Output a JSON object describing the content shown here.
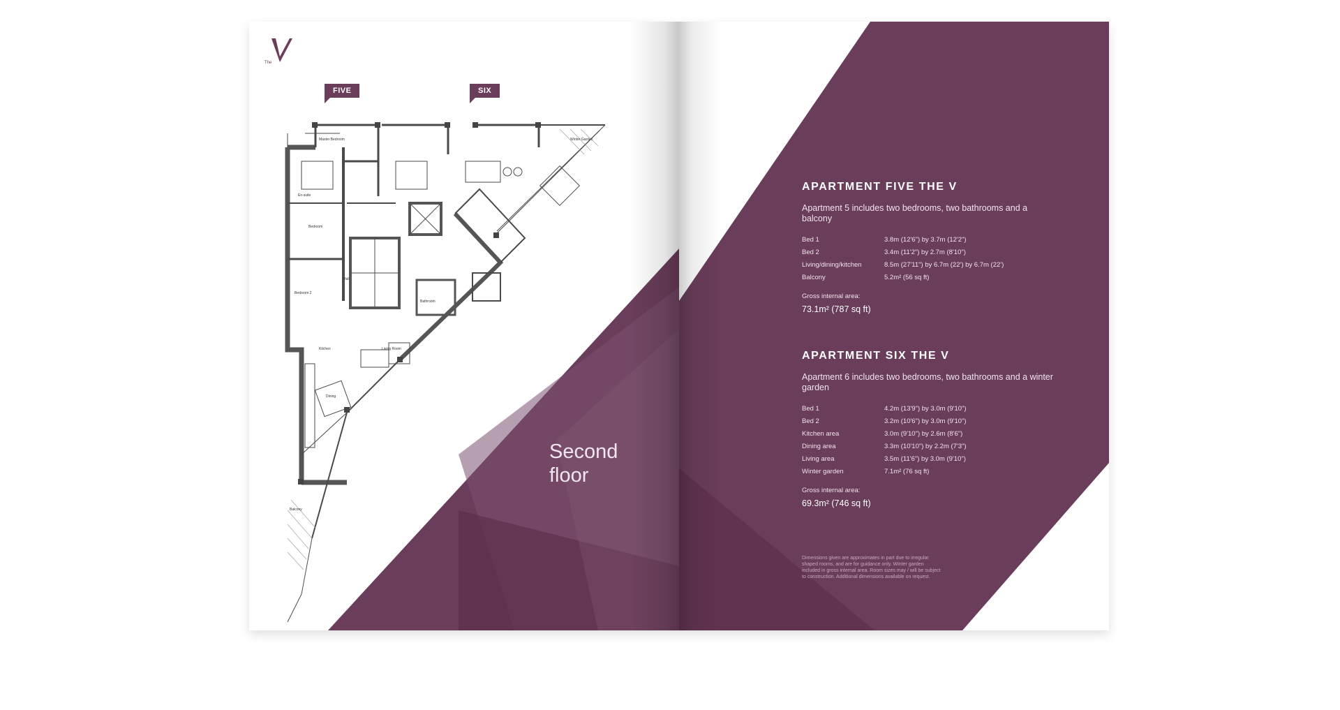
{
  "colors": {
    "brand_purple": "#6a3d5a",
    "dark_purple": "#5d2f4c",
    "light_purple": "#8a6580"
  },
  "logo": {
    "the": "The",
    "letter": "V"
  },
  "left_page": {
    "tags": [
      {
        "label": "FIVE"
      },
      {
        "label": "SIX"
      }
    ],
    "floor_label_line1": "Second",
    "floor_label_line2": "floor"
  },
  "apartment_five": {
    "title": "APARTMENT FIVE THE V",
    "intro": "Apartment 5 includes two bedrooms, two bathrooms and a balcony",
    "specs": [
      {
        "room": "Bed 1",
        "size": "3.8m (12'6\") by 3.7m (12'2\")"
      },
      {
        "room": "Bed 2",
        "size": "3.4m (11'2\") by 2.7m (8'10\")"
      },
      {
        "room": "Living/dining/kitchen",
        "size": "8.5m (27'11\") by 6.7m (22') by 6.7m (22')"
      },
      {
        "room": "Balcony",
        "size": "5.2m² (56 sq ft)"
      }
    ],
    "gia_label": "Gross internal area:",
    "gia_value": "73.1m² (787 sq ft)"
  },
  "apartment_six": {
    "title": "APARTMENT SIX THE V",
    "intro": "Apartment 6 includes two bedrooms, two bathrooms and a winter garden",
    "specs": [
      {
        "room": "Bed 1",
        "size": "4.2m (13'9\") by 3.0m (9'10\")"
      },
      {
        "room": "Bed 2",
        "size": "3.2m (10'6\") by 3.0m (9'10\")"
      },
      {
        "room": "Kitchen area",
        "size": "3.0m (9'10\") by 2.6m (8'6\")"
      },
      {
        "room": "Dining area",
        "size": "3.3m (10'10\") by 2.2m (7'3\")"
      },
      {
        "room": "Living area",
        "size": "3.5m (11'6\") by 3.0m (9'10\")"
      },
      {
        "room": "Winter garden",
        "size": "7.1m² (76 sq ft)"
      }
    ],
    "gia_label": "Gross internal area:",
    "gia_value": "69.3m² (746 sq ft)"
  },
  "footnote": "Dimensions given are approximates in part due to irregular shaped rooms, and are for guidance only. Winter garden included in gross internal area. Room sizes may / will be subject to construction. Additional dimensions available on request.",
  "plan_labels": {
    "master_bedroom": "Master Bedroom",
    "ensuite": "En-suite",
    "bedroom": "Bedroom",
    "bedroom2": "Bedroom 2",
    "hall": "Hall",
    "kitchen": "Kitchen",
    "living_room": "Living Room",
    "dining": "Dining",
    "balcony": "Balcony",
    "winter_garden": "Winter Garden",
    "bathroom": "Bathroom"
  }
}
